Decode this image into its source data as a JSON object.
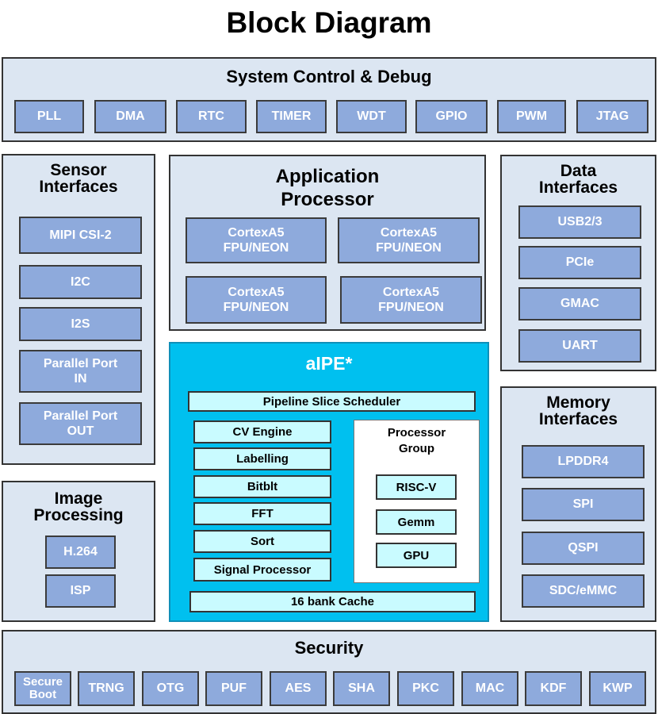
{
  "title": "Block Diagram",
  "system_control": {
    "title": "System Control & Debug",
    "blocks": [
      "PLL",
      "DMA",
      "RTC",
      "TIMER",
      "WDT",
      "GPIO",
      "PWM",
      "JTAG"
    ]
  },
  "sensor_interfaces": {
    "title": "Sensor\nInterfaces",
    "blocks": [
      "MIPI CSI-2",
      "I2C",
      "I2S",
      "Parallel Port\nIN",
      "Parallel Port\nOUT"
    ]
  },
  "application_processor": {
    "title": "Application\nProcessor",
    "blocks": [
      "CortexA5\nFPU/NEON",
      "CortexA5\nFPU/NEON",
      "CortexA5\nFPU/NEON",
      "CortexA5\nFPU/NEON"
    ]
  },
  "data_interfaces": {
    "title": "Data\nInterfaces",
    "blocks": [
      "USB2/3",
      "PCIe",
      "GMAC",
      "UART"
    ]
  },
  "aipe": {
    "title": "aIPE*",
    "scheduler": "Pipeline Slice Scheduler",
    "engines": [
      "CV Engine",
      "Labelling",
      "Bitblt",
      "FFT",
      "Sort",
      "Signal Processor"
    ],
    "processor_group": {
      "title": "Processor\nGroup",
      "blocks": [
        "RISC-V",
        "Gemm",
        "GPU"
      ]
    },
    "cache": "16 bank Cache"
  },
  "image_processing": {
    "title": "Image\nProcessing",
    "blocks": [
      "H.264",
      "ISP"
    ]
  },
  "memory_interfaces": {
    "title": "Memory\nInterfaces",
    "blocks": [
      "LPDDR4",
      "SPI",
      "QSPI",
      "SDC/eMMC"
    ]
  },
  "security": {
    "title": "Security",
    "blocks": [
      "Secure\nBoot",
      "TRNG",
      "OTG",
      "PUF",
      "AES",
      "SHA",
      "PKC",
      "MAC",
      "KDF",
      "KWP"
    ]
  }
}
